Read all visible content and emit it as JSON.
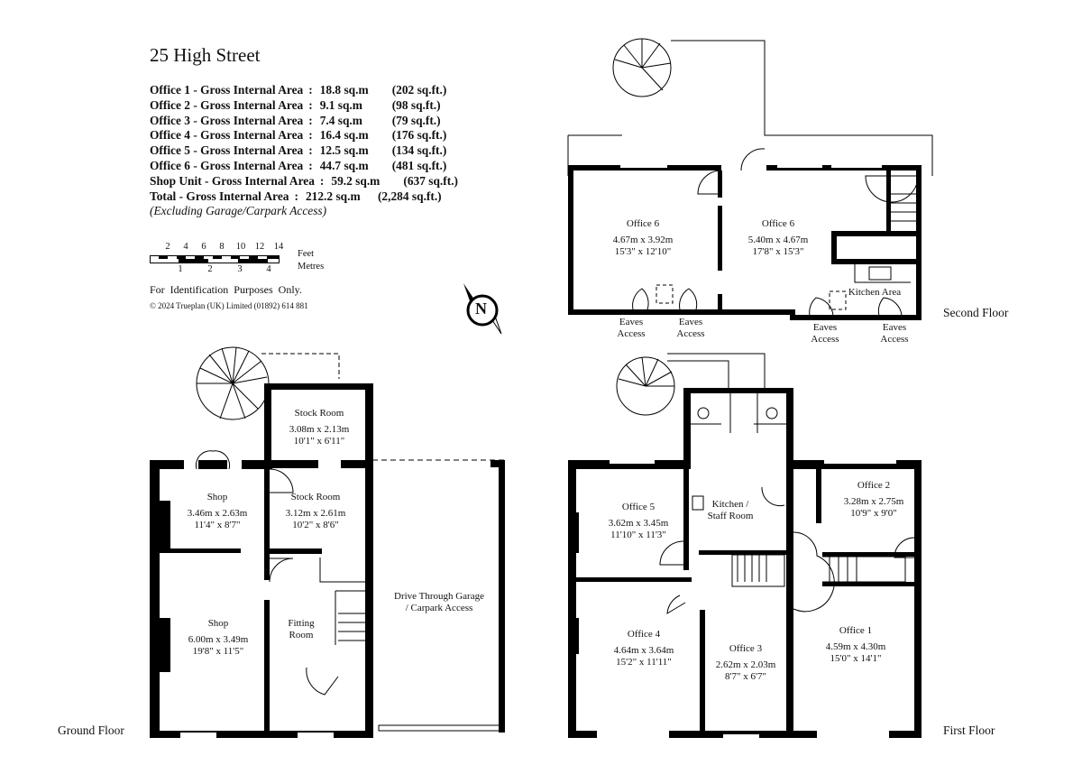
{
  "title": "25 High Street",
  "areas": [
    {
      "name": "Office 1 - Gross Internal Area",
      "sqm": "18.8 sq.m",
      "sqft": "(202 sq.ft.)"
    },
    {
      "name": "Office 2 - Gross Internal Area",
      "sqm": "9.1 sq.m",
      "sqft": "(98 sq.ft.)"
    },
    {
      "name": "Office 3 - Gross Internal Area",
      "sqm": "7.4 sq.m",
      "sqft": "(79 sq.ft.)"
    },
    {
      "name": "Office 4 - Gross Internal Area",
      "sqm": "16.4 sq.m",
      "sqft": "(176 sq.ft.)"
    },
    {
      "name": "Office 5 - Gross Internal Area",
      "sqm": "12.5 sq.m",
      "sqft": "(134 sq.ft.)"
    },
    {
      "name": "Office 6 - Gross Internal Area",
      "sqm": "44.7 sq.m",
      "sqft": "(481 sq.ft.)"
    },
    {
      "name": "Shop Unit - Gross Internal Area",
      "sqm": "59.2 sq.m",
      "sqft": "(637 sq.ft.)"
    },
    {
      "name": "Total - Gross Internal Area",
      "sqm": "212.2 sq.m",
      "sqft": "(2,284 sq.ft.)"
    }
  ],
  "areas_note": "(Excluding Garage/Carpark Access)",
  "scale": {
    "feet_ticks": [
      "2",
      "4",
      "6",
      "8",
      "10",
      "12",
      "14"
    ],
    "metre_ticks": [
      "1",
      "2",
      "3",
      "4"
    ],
    "feet_label": "Feet",
    "metres_label": "Metres"
  },
  "disclaimer": "For Identification Purposes Only.",
  "copyright": "© 2024 Trueplan (UK) Limited (01892) 614 881",
  "compass": {
    "letter": "N"
  },
  "floors": {
    "ground": {
      "label": "Ground Floor",
      "rooms": [
        {
          "name": "Stock Room",
          "metric": "3.08m x 2.13m",
          "imperial": "10'1\" x 6'11\""
        },
        {
          "name": "Shop",
          "metric": "3.46m x 2.63m",
          "imperial": "11'4\" x 8'7\""
        },
        {
          "name": "Stock Room",
          "metric": "3.12m x 2.61m",
          "imperial": "10'2\" x 8'6\""
        },
        {
          "name": "Shop",
          "metric": "6.00m x 3.49m",
          "imperial": "19'8\" x 11'5\""
        },
        {
          "name": "Fitting Room"
        },
        {
          "name": "Drive Through Garage / Carpark Access"
        }
      ]
    },
    "first": {
      "label": "First Floor",
      "rooms": [
        {
          "name": "Office 5",
          "metric": "3.62m x 3.45m",
          "imperial": "11'10\" x 11'3\""
        },
        {
          "name": "Kitchen / Staff Room"
        },
        {
          "name": "Office 2",
          "metric": "3.28m x 2.75m",
          "imperial": "10'9\" x 9'0\""
        },
        {
          "name": "Office 4",
          "metric": "4.64m x 3.64m",
          "imperial": "15'2\" x 11'11\""
        },
        {
          "name": "Office 3",
          "metric": "2.62m x 2.03m",
          "imperial": "8'7\" x 6'7\""
        },
        {
          "name": "Office 1",
          "metric": "4.59m x 4.30m",
          "imperial": "15'0\" x 14'1\""
        }
      ]
    },
    "second": {
      "label": "Second Floor",
      "rooms": [
        {
          "name": "Office 6",
          "metric": "4.67m x 3.92m",
          "imperial": "15'3\" x 12'10\""
        },
        {
          "name": "Office 6",
          "metric": "5.40m x 4.67m",
          "imperial": "17'8\" x 15'3\""
        },
        {
          "name": "Kitchen Area"
        }
      ],
      "eaves": [
        "Eaves Access",
        "Eaves Access",
        "Eaves Access",
        "Eaves Access"
      ]
    }
  }
}
